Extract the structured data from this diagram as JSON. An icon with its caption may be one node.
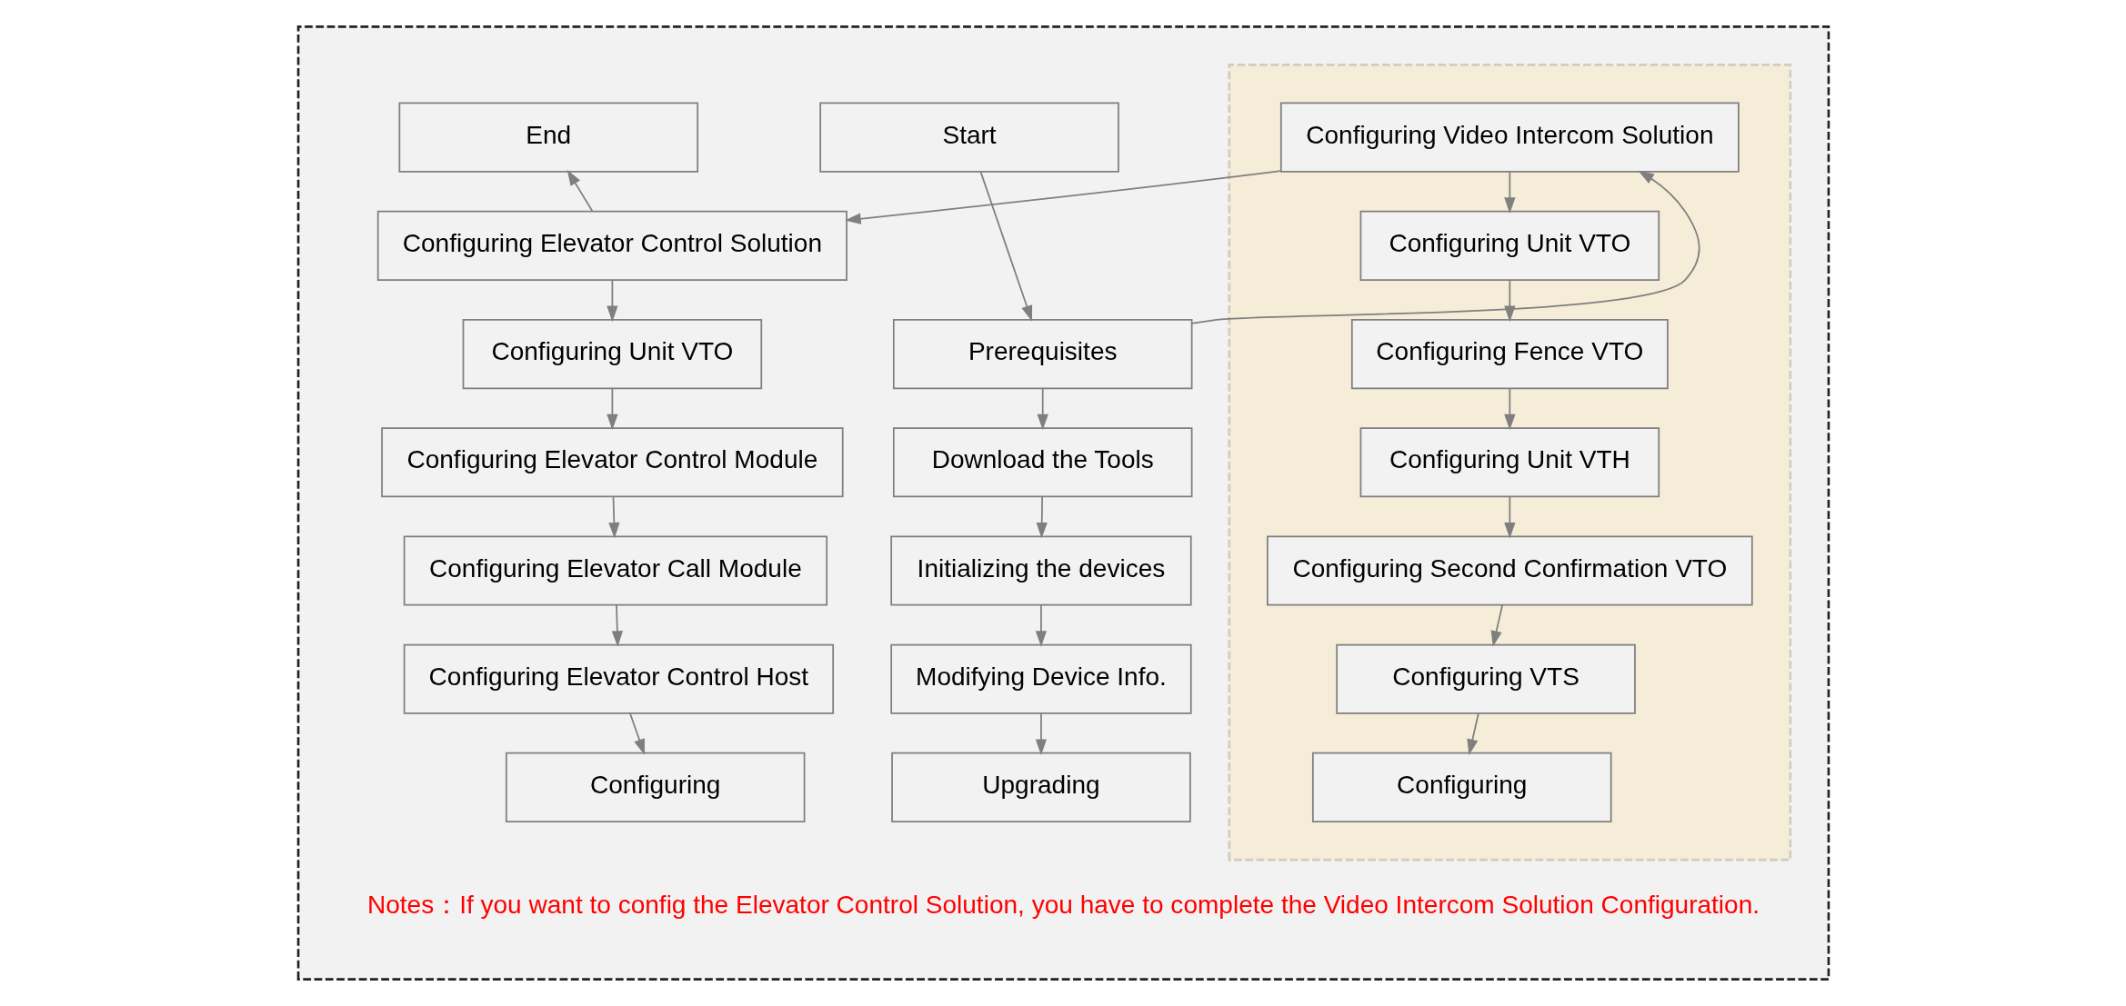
{
  "diagram": {
    "nodes": [
      {
        "text": [],
        "shape": "box"
      },
      {
        "text": [
          "Start"
        ],
        "in": 0
      },
      {
        "text": [
          "Prerequisites"
        ],
        "in": 0
      },
      {
        "text": [
          "Download the Tools"
        ],
        "in": 0
      },
      {
        "text": [
          "Initializing the devices"
        ],
        "in": 0
      },
      {
        "text": [
          "Modifying Device Info."
        ],
        "in": 0
      },
      {
        "text": [
          "Upgrading"
        ],
        "in": 0
      },
      {
        "text": [],
        "shape": "box",
        "in": 0
      },
      {
        "text": [
          "Configuring Video Intercom Solution"
        ],
        "in": 7
      },
      {
        "text": [
          "Configuring Unit VTO"
        ],
        "in": 7
      },
      {
        "text": [
          "Configuring Fence VTO"
        ],
        "in": 7
      },
      {
        "text": [
          "Configuring Unit VTH"
        ],
        "in": 7
      },
      {
        "text": [
          "Configuring Second Confirmation VTO"
        ],
        "in": 7
      },
      {
        "text": [
          "Configuring VTS"
        ],
        "in": 7
      },
      {
        "text": [
          "Configuring"
        ],
        "in": 7
      },
      {
        "text": [
          "Configuring Elevator Control Solution"
        ],
        "in": 0
      },
      {
        "text": [
          "Configuring Unit VTO"
        ],
        "in": 0
      },
      {
        "text": [
          "Configuring Elevator Control Module"
        ],
        "in": 0
      },
      {
        "text": [
          "Configuring Elevator Call Module"
        ],
        "in": 0
      },
      {
        "text": [
          "Configuring Elevator Control Host"
        ],
        "in": 0
      },
      {
        "text": [
          "Configuring"
        ],
        "in": 0
      },
      {
        "text": [
          "End"
        ],
        "in": 0
      }
    ],
    "edges": [
      {
        "from": 1,
        "to": 2,
        "arrow": "to"
      },
      {
        "from": 2,
        "to": 8,
        "arrow": "to"
      },
      {
        "from": 8,
        "to": 15,
        "arrow": "to"
      },
      {
        "from": 15,
        "to": 21,
        "arrow": "to"
      },
      {
        "from": 2,
        "to": 3,
        "arrow": "to"
      },
      {
        "from": 3,
        "to": 4,
        "arrow": "to"
      },
      {
        "from": 4,
        "to": 5,
        "arrow": "to"
      },
      {
        "from": 5,
        "to": 6,
        "arrow": "to"
      },
      {
        "from": 8,
        "to": 9,
        "arrow": "to"
      },
      {
        "from": 9,
        "to": 10,
        "arrow": "to"
      },
      {
        "from": 10,
        "to": 11,
        "arrow": "to"
      },
      {
        "from": 11,
        "to": 12,
        "arrow": "to"
      },
      {
        "from": 12,
        "to": 13,
        "arrow": "to"
      },
      {
        "from": 13,
        "to": 14,
        "arrow": "to"
      },
      {
        "from": 15,
        "to": 16,
        "arrow": "to"
      },
      {
        "from": 16,
        "to": 17,
        "arrow": "to"
      },
      {
        "from": 17,
        "to": 18,
        "arrow": "to"
      },
      {
        "from": 18,
        "to": 19,
        "arrow": "to"
      },
      {
        "from": 19,
        "to": 20,
        "arrow": "to"
      }
    ],
    "labels": [
      "Notes：If you want to config the Elevator Control Solution, you have to complete the Video Intercom Solution Configuration."
    ]
  }
}
